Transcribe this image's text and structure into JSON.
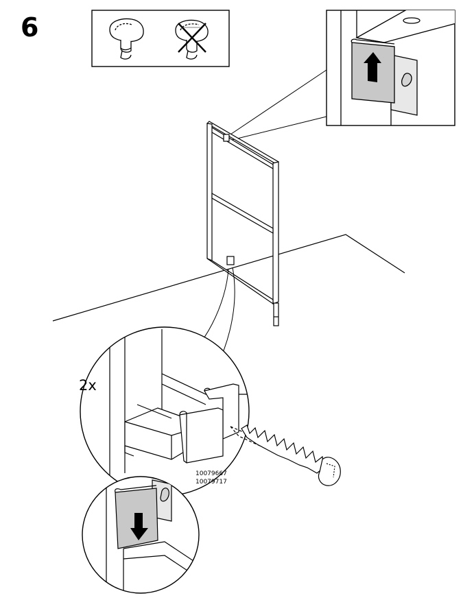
{
  "step": {
    "number": "6"
  },
  "callout": {
    "quantity": "2x"
  },
  "part_numbers": [
    "10079667",
    "10079717"
  ],
  "legend": {
    "correct_icon": "screw-head-correct-icon",
    "incorrect_icon": "screw-head-incorrect-icon"
  },
  "colors": {
    "line": "#000000",
    "bracket_fill": "#c8c8c8",
    "panel_fill": "#ffffff",
    "hatch": "#bdbdbd"
  }
}
